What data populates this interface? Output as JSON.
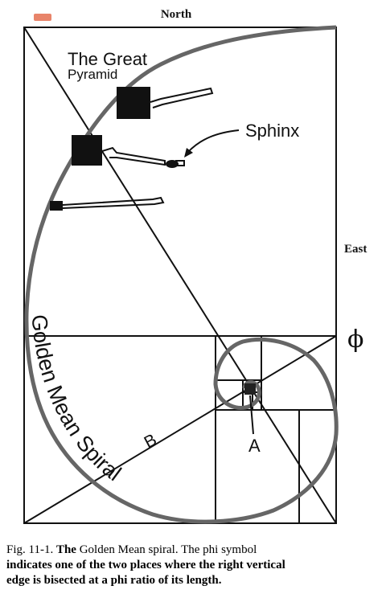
{
  "figure": {
    "labels": {
      "north": "North",
      "east": "East",
      "pyramid_line1": "The Great",
      "pyramid_line2": "Pyramid",
      "sphinx": "Sphinx",
      "spiral": "Golden Mean Spiral",
      "b": "B",
      "a": "A",
      "phi": "ϕ"
    },
    "colors": {
      "ink": "#111111",
      "spiral": "#666666",
      "tag": "#e8846a"
    }
  },
  "caption": {
    "fig_prefix": "Fig. 11-1. ",
    "the_bold": "The",
    "line1_rest": " Golden Mean spiral. The phi symbol",
    "line2": "indicates one of the two places where the right vertical",
    "line3": "edge is bisected at a phi ratio of its length."
  }
}
